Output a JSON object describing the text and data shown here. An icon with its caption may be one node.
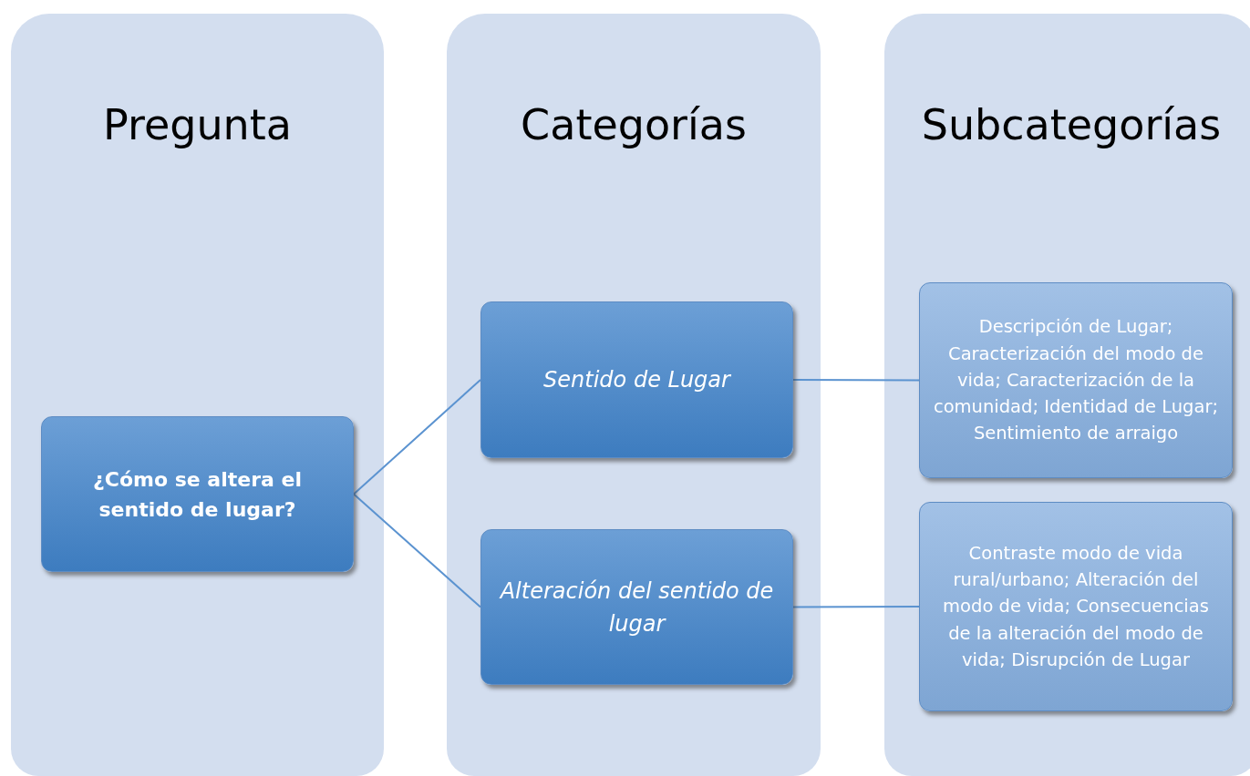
{
  "diagram": {
    "nodes": [
      {
        "text": [
          "Pregunta"
        ]
      },
      {
        "text": [
          "¿Cómo se altera el sentido de lugar?"
        ],
        "in": 0
      },
      {
        "text": [
          "Categorías"
        ]
      },
      {
        "text": [
          "Sentido de Lugar"
        ],
        "in": 2
      },
      {
        "text": [
          "Alteración del sentido de lugar"
        ],
        "in": 2
      },
      {
        "text": [
          "Subcategorías"
        ]
      },
      {
        "text": [
          "Descripción de Lugar; Caracterización del modo de vida; Caracterización de la comunidad; Identidad de Lugar; Sentimiento de arraigo"
        ],
        "in": 5
      },
      {
        "text": [
          "Contraste modo de vida rural/urbano; Alteración del modo de vida; Consecuencias de la alteración del modo de vida; Disrupción de Lugar"
        ],
        "in": 5
      }
    ],
    "edges": [
      {
        "from": 1,
        "to": 3,
        "arrow": "none"
      },
      {
        "from": 1,
        "to": 4,
        "arrow": "none"
      },
      {
        "from": 3,
        "to": 6,
        "arrow": "none"
      },
      {
        "from": 4,
        "to": 7,
        "arrow": "none"
      }
    ]
  }
}
